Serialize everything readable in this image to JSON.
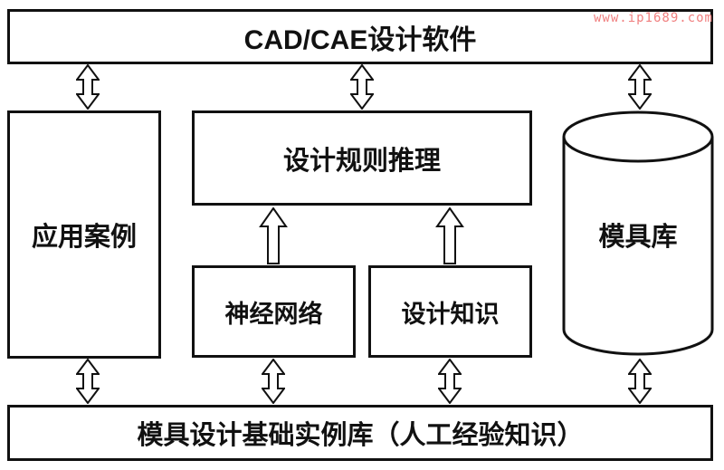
{
  "watermark": "www.ip1689.com",
  "colors": {
    "border": "#111111",
    "background": "#ffffff",
    "watermark": "#f08080"
  },
  "nodes": {
    "top": "CAD/CAE设计软件",
    "left": "应用案例",
    "reasoning": "设计规则推理",
    "neural": "神经网络",
    "knowledge": "设计知识",
    "mold_library": "模具库",
    "bottom": "模具设计基础实例库（人工经验知识）"
  },
  "arrows": {
    "bidirectional_count": 7,
    "upward_count": 2
  }
}
